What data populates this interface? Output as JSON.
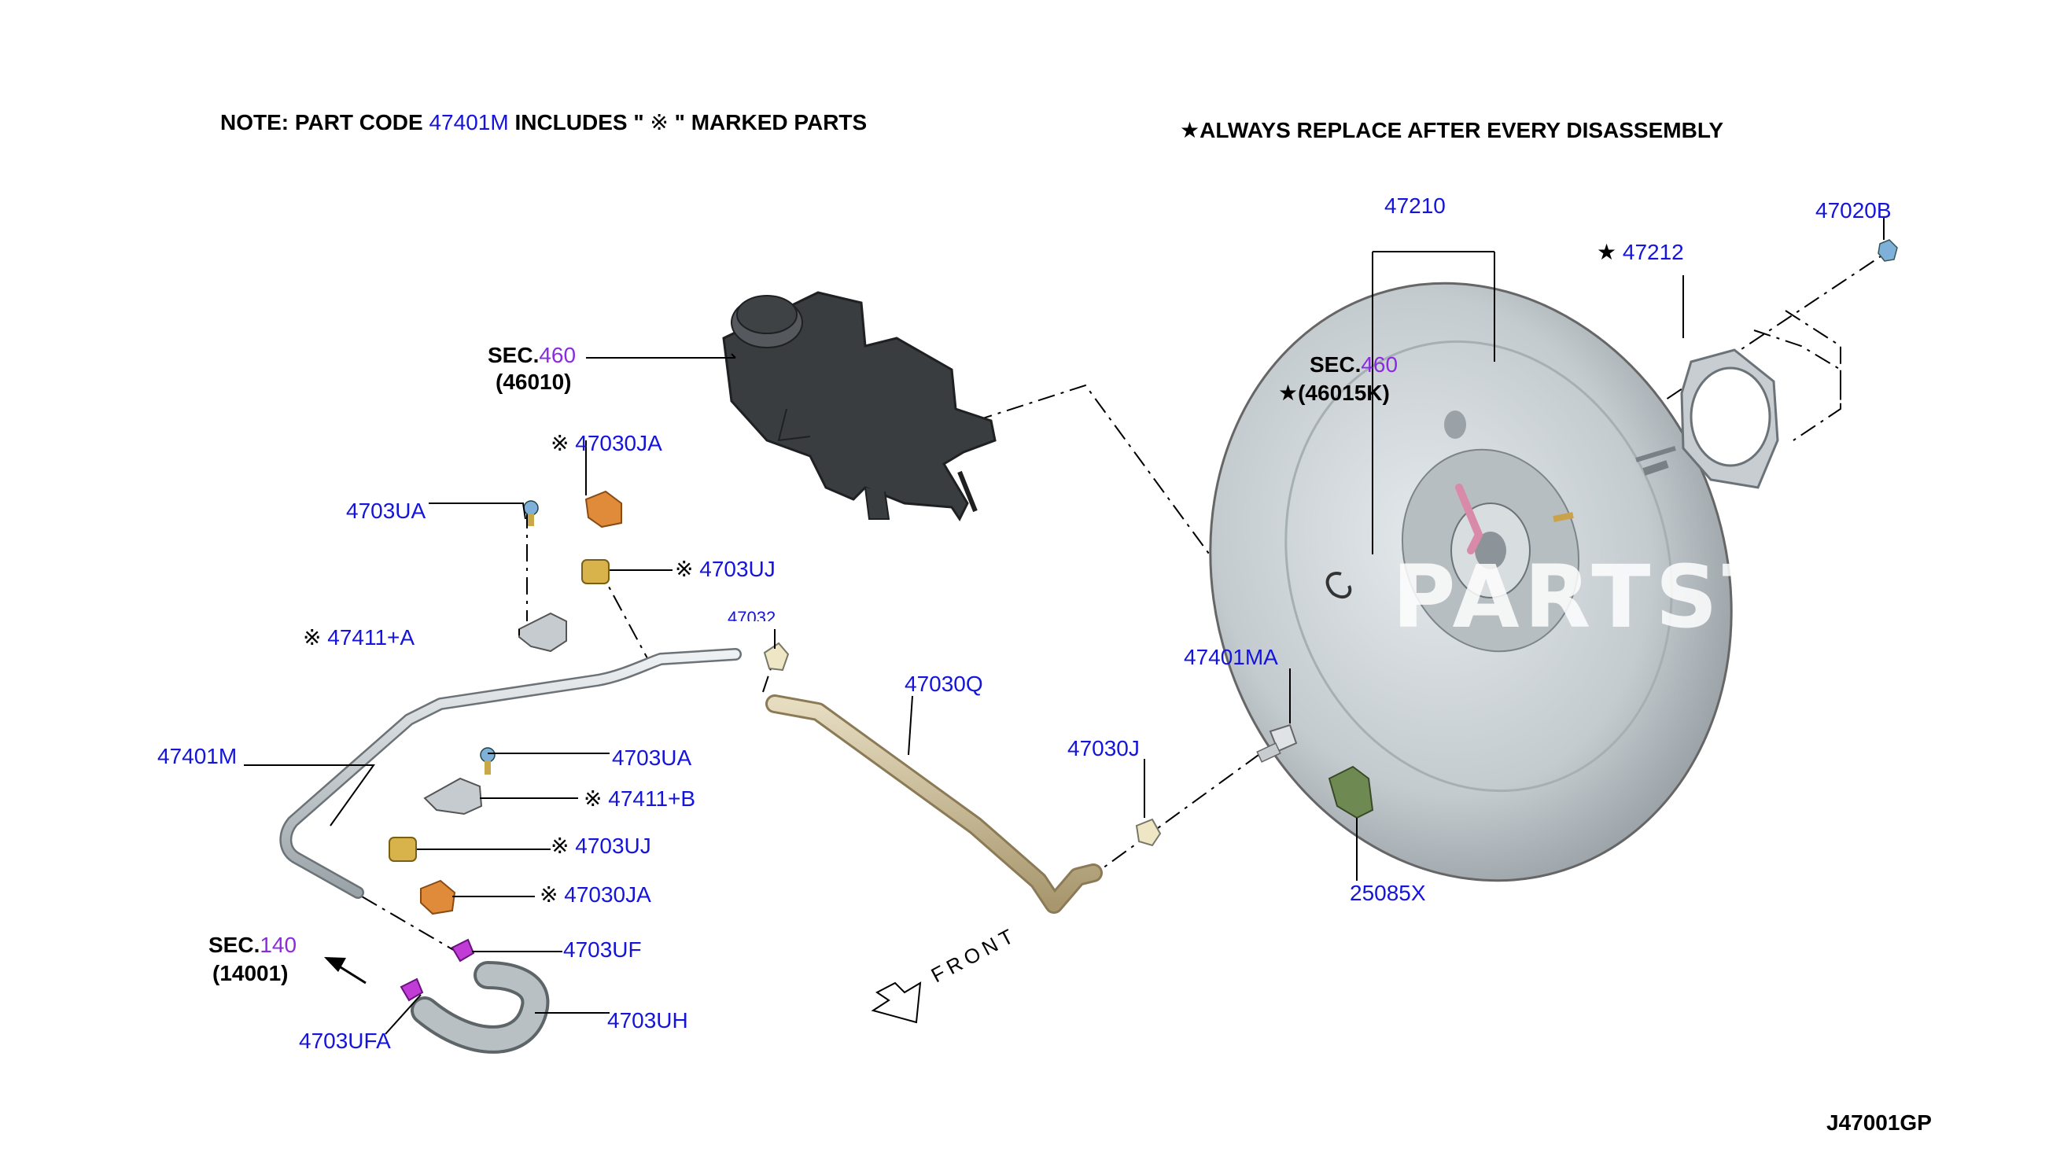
{
  "notes": {
    "part_code_prefix": "NOTE: PART CODE",
    "part_code": "47401M",
    "part_code_mid": "INCLUDES \"",
    "mark_symbol": "※",
    "part_code_suffix": "\" MARKED PARTS",
    "replace_star": "★",
    "replace_text": "ALWAYS REPLACE AFTER EVERY DISASSEMBLY"
  },
  "sections": {
    "master_cyl": {
      "prefix": "SEC.",
      "num": "460",
      "code": "(46010)"
    },
    "booster": {
      "prefix": "SEC.",
      "num": "460",
      "star": "★",
      "code": "(46015K)"
    },
    "engine": {
      "prefix": "SEC.",
      "num": "140",
      "code": "(14001)"
    }
  },
  "parts": {
    "p47210": "47210",
    "p47020B": "47020B",
    "p47212": "47212",
    "p47030JA_top": "47030JA",
    "p4703UA_top": "4703UA",
    "p4703UJ_top": "4703UJ",
    "p47411A": "47411+A",
    "p4703_partial": "47032",
    "p47030Q": "47030Q",
    "p47401MA": "47401MA",
    "p47401M": "47401M",
    "p4703UA_low": "4703UA",
    "p47411B": "47411+B",
    "p4703UJ_low": "4703UJ",
    "p47030JA_low": "47030JA",
    "p47030J": "47030J",
    "p25085X": "25085X",
    "p4703UF": "4703UF",
    "p4703UFA": "4703UFA",
    "p4703UH": "4703UH"
  },
  "marks": {
    "asterisk": "※",
    "star": "★"
  },
  "direction": {
    "front": "FRONT"
  },
  "diagram_id": "J47001GP",
  "watermark": "PARTST",
  "colors": {
    "label_blue": "#1414dc",
    "section_purple": "#8a2be2",
    "booster_gray": "#c9d0d4",
    "reservoir_dark": "#3a3d40",
    "bracket_orange": "#e08b3a",
    "clip_purple": "#c13bd6",
    "hose_tan": "#c8b893",
    "sensor_green": "#6e8a52"
  }
}
